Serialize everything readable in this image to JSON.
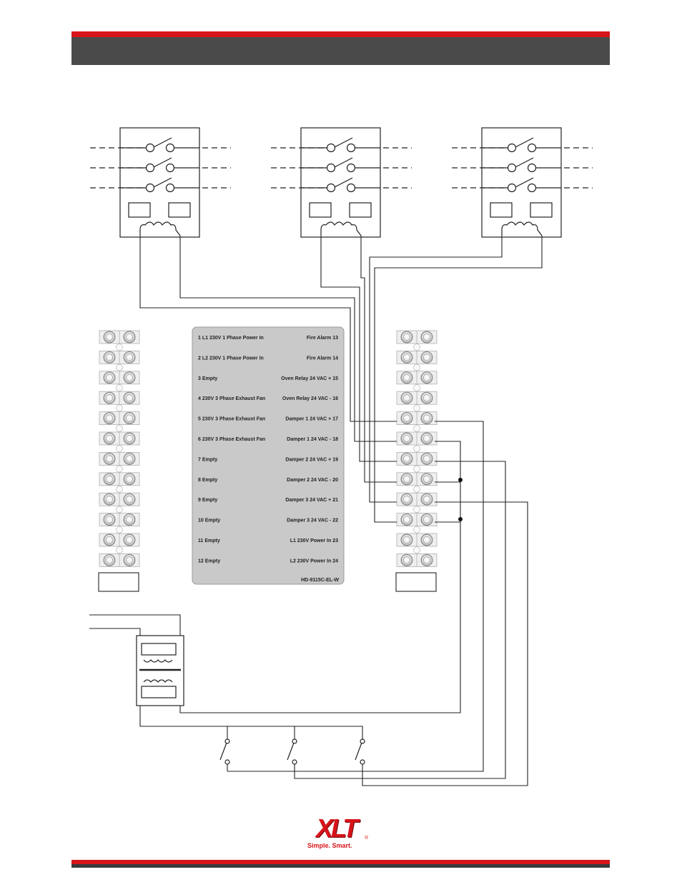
{
  "header": {
    "title": ""
  },
  "panel": {
    "model": "HD-9115C-EL-W",
    "left_terminals": [
      {
        "num": "1",
        "label": "L1 230V 1 Phase Power In"
      },
      {
        "num": "2",
        "label": "L2 230V 1 Phase Power In"
      },
      {
        "num": "3",
        "label": "Empty"
      },
      {
        "num": "4",
        "label": "230V 3 Phase Exhaust Fan"
      },
      {
        "num": "5",
        "label": "230V 3 Phase Exhaust Fan"
      },
      {
        "num": "6",
        "label": "230V 3 Phase Exhaust Fan"
      },
      {
        "num": "7",
        "label": "Empty"
      },
      {
        "num": "8",
        "label": "Empty"
      },
      {
        "num": "9",
        "label": "Empty"
      },
      {
        "num": "10",
        "label": "Empty"
      },
      {
        "num": "11",
        "label": "Empty"
      },
      {
        "num": "12",
        "label": "Empty"
      }
    ],
    "right_terminals": [
      {
        "num": "13",
        "label": "Fire Alarm"
      },
      {
        "num": "14",
        "label": "Fire Alarm"
      },
      {
        "num": "15",
        "label": "Oven Relay 24 VAC +"
      },
      {
        "num": "16",
        "label": "Oven Relay 24 VAC -"
      },
      {
        "num": "17",
        "label": "Damper 1 24 VAC +"
      },
      {
        "num": "18",
        "label": "Damper 1 24 VAC -"
      },
      {
        "num": "19",
        "label": "Damper 2 24 VAC +"
      },
      {
        "num": "20",
        "label": "Damper 2 24 VAC -"
      },
      {
        "num": "21",
        "label": "Damper 3 24 VAC +"
      },
      {
        "num": "22",
        "label": "Damper 3 24 VAC -"
      },
      {
        "num": "23",
        "label": "L1 230V Power In"
      },
      {
        "num": "24",
        "label": "L2 230V Power In"
      }
    ]
  },
  "contactors": {
    "count": 3
  },
  "switches": {
    "count": 3
  },
  "logo": {
    "mark": "XLT",
    "registered": "®",
    "tagline": "Simple. Smart.",
    "color": "#d7141a"
  },
  "colors": {
    "accent": "#d7141a",
    "header": "#4a4a4a",
    "panel": "#c8c8c8"
  }
}
